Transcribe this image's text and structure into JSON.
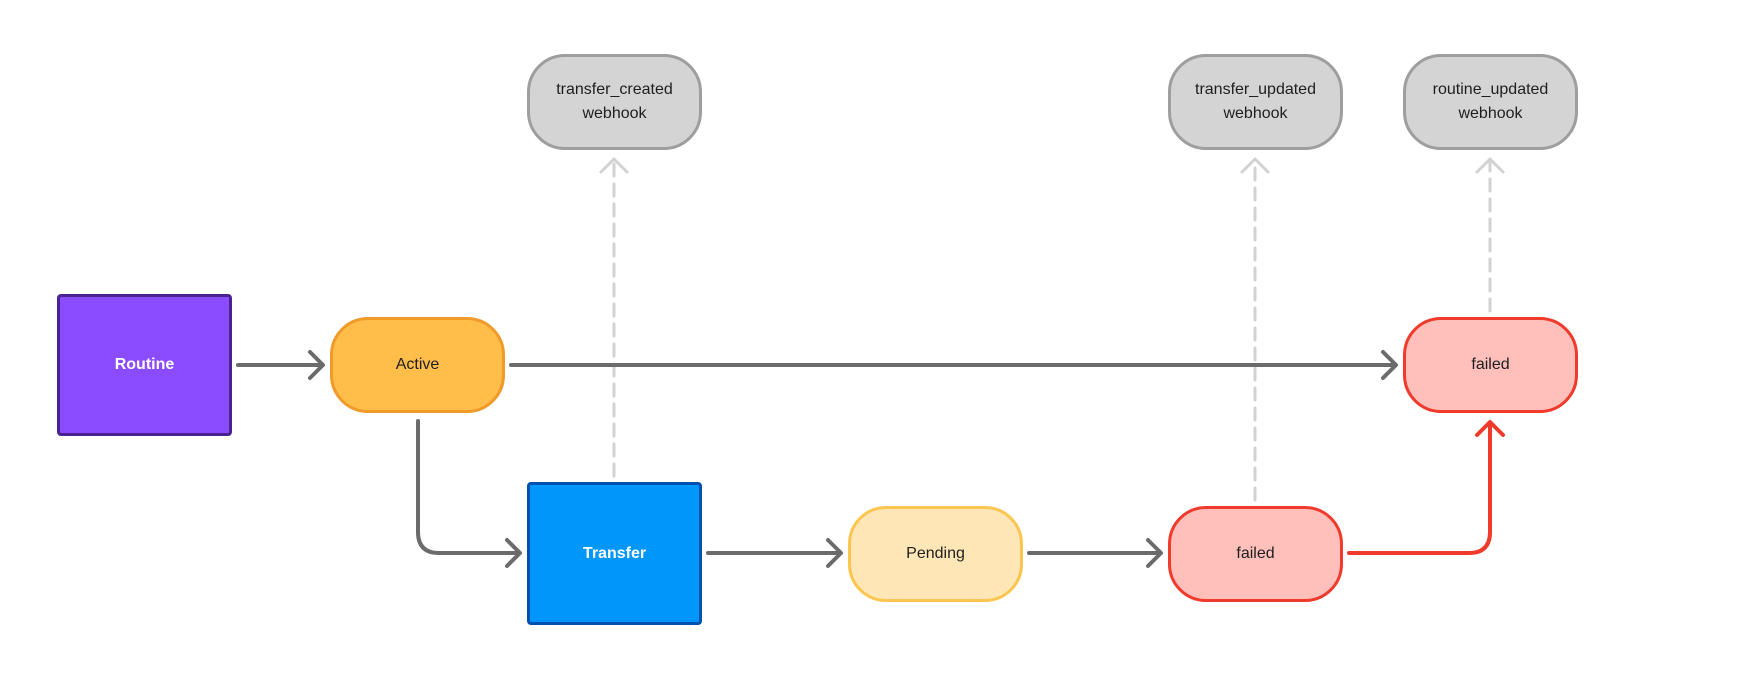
{
  "nodes": {
    "routine": "Routine",
    "active": "Active",
    "failed_top": "failed",
    "transfer": "Transfer",
    "pending": "Pending",
    "failed_bottom": "failed",
    "webhook_transfer_created": {
      "line1": "transfer_created",
      "line2": "webhook"
    },
    "webhook_transfer_updated": {
      "line1": "transfer_updated",
      "line2": "webhook"
    },
    "webhook_routine_updated": {
      "line1": "routine_updated",
      "line2": "webhook"
    }
  },
  "colors": {
    "connector": "#6b6b6b",
    "failure_connector": "#ef3a2c",
    "webhook_connector": "#d2d2d2"
  }
}
